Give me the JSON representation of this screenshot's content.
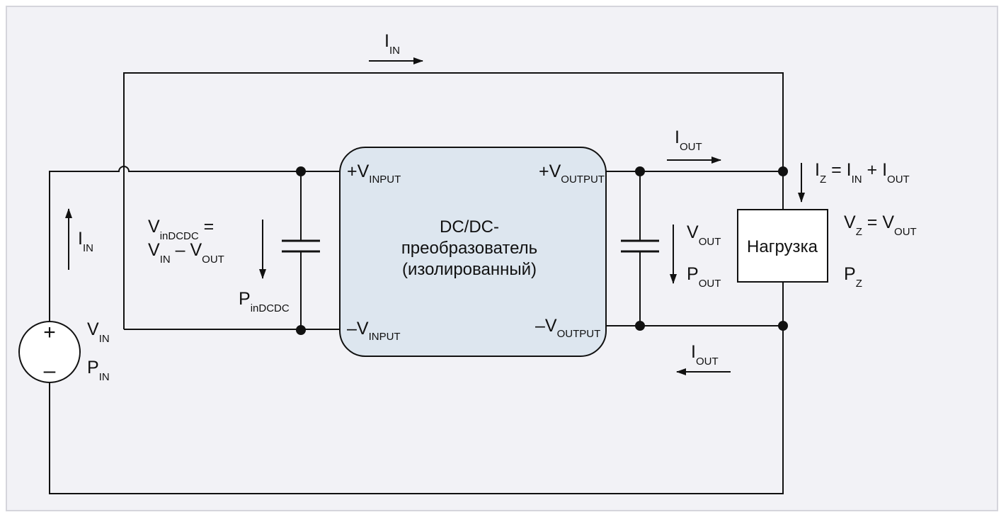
{
  "converter": {
    "line1": "DC/DC-",
    "line2": "преобразователь",
    "line3": "(изолированный)"
  },
  "load": {
    "label": "Нагрузка"
  },
  "source": {
    "plus": "+",
    "minus": "–"
  },
  "labels": {
    "i_in_top": {
      "main": "I",
      "sub": "IN"
    },
    "i_in_left": {
      "main": "I",
      "sub": "IN"
    },
    "v_in": {
      "main": "V",
      "sub": "IN"
    },
    "p_in": {
      "main": "P",
      "sub": "IN"
    },
    "v_indcdc": {
      "main": "V",
      "sub": "inDCDC",
      "tail": " ="
    },
    "v_indcdc_eq_a": {
      "main": "V",
      "sub": "IN"
    },
    "v_indcdc_eq_op": " – ",
    "v_indcdc_eq_b": {
      "main": "V",
      "sub": "OUT"
    },
    "p_indcdc": {
      "main": "P",
      "sub": "inDCDC"
    },
    "v_input_plus": {
      "main": "+V",
      "sub": "INPUT"
    },
    "v_input_minus": {
      "main": "–V",
      "sub": "INPUT"
    },
    "v_output_plus": {
      "main": "+V",
      "sub": "OUTPUT"
    },
    "v_output_minus": {
      "main": "–V",
      "sub": "OUTPUT"
    },
    "i_out_top": {
      "main": "I",
      "sub": "OUT"
    },
    "i_out_bottom": {
      "main": "I",
      "sub": "OUT"
    },
    "v_out": {
      "main": "V",
      "sub": "OUT"
    },
    "p_out": {
      "main": "P",
      "sub": "OUT"
    },
    "i_z": {
      "main": "I",
      "sub": "Z",
      "eq": " = ",
      "a": "I",
      "a_sub": "IN",
      "plus": " + ",
      "b": "I",
      "b_sub": "OUT"
    },
    "v_z": {
      "main": "V",
      "sub": "Z",
      "eq": " = ",
      "a": "V",
      "a_sub": "OUT"
    },
    "p_z": {
      "main": "P",
      "sub": "Z"
    }
  }
}
